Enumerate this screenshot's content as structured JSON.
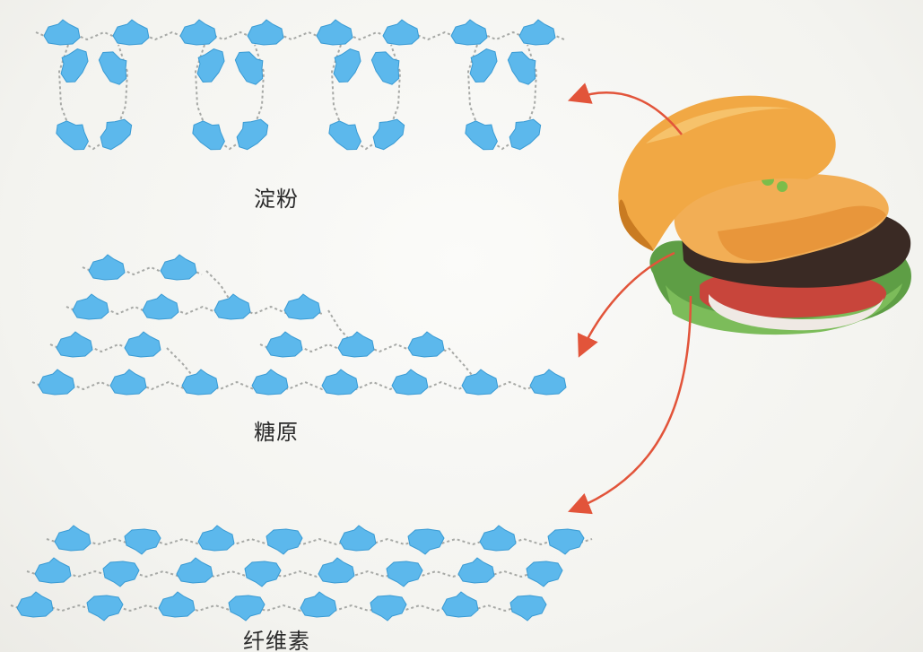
{
  "figure": {
    "labels": {
      "starch": "淀粉",
      "glycogen": "糖原",
      "cellulose": "纤维素"
    }
  },
  "colors": {
    "glucose_unit": "#5cb8ec",
    "glucose_unit_dark": "#3a9bd4",
    "bond": "#a7a9a6",
    "arrow": "#e2543a",
    "bun": "#f0a843",
    "bun_dark": "#c97b22",
    "cheese": "#f3b25a",
    "patty": "#3b2b24",
    "lettuce": "#6aa84f",
    "tomato": "#c8453b",
    "onion": "#ece7e3"
  },
  "icons": {
    "glucose_unit": "glucose-ring-icon",
    "food": "hamburger-icon"
  }
}
